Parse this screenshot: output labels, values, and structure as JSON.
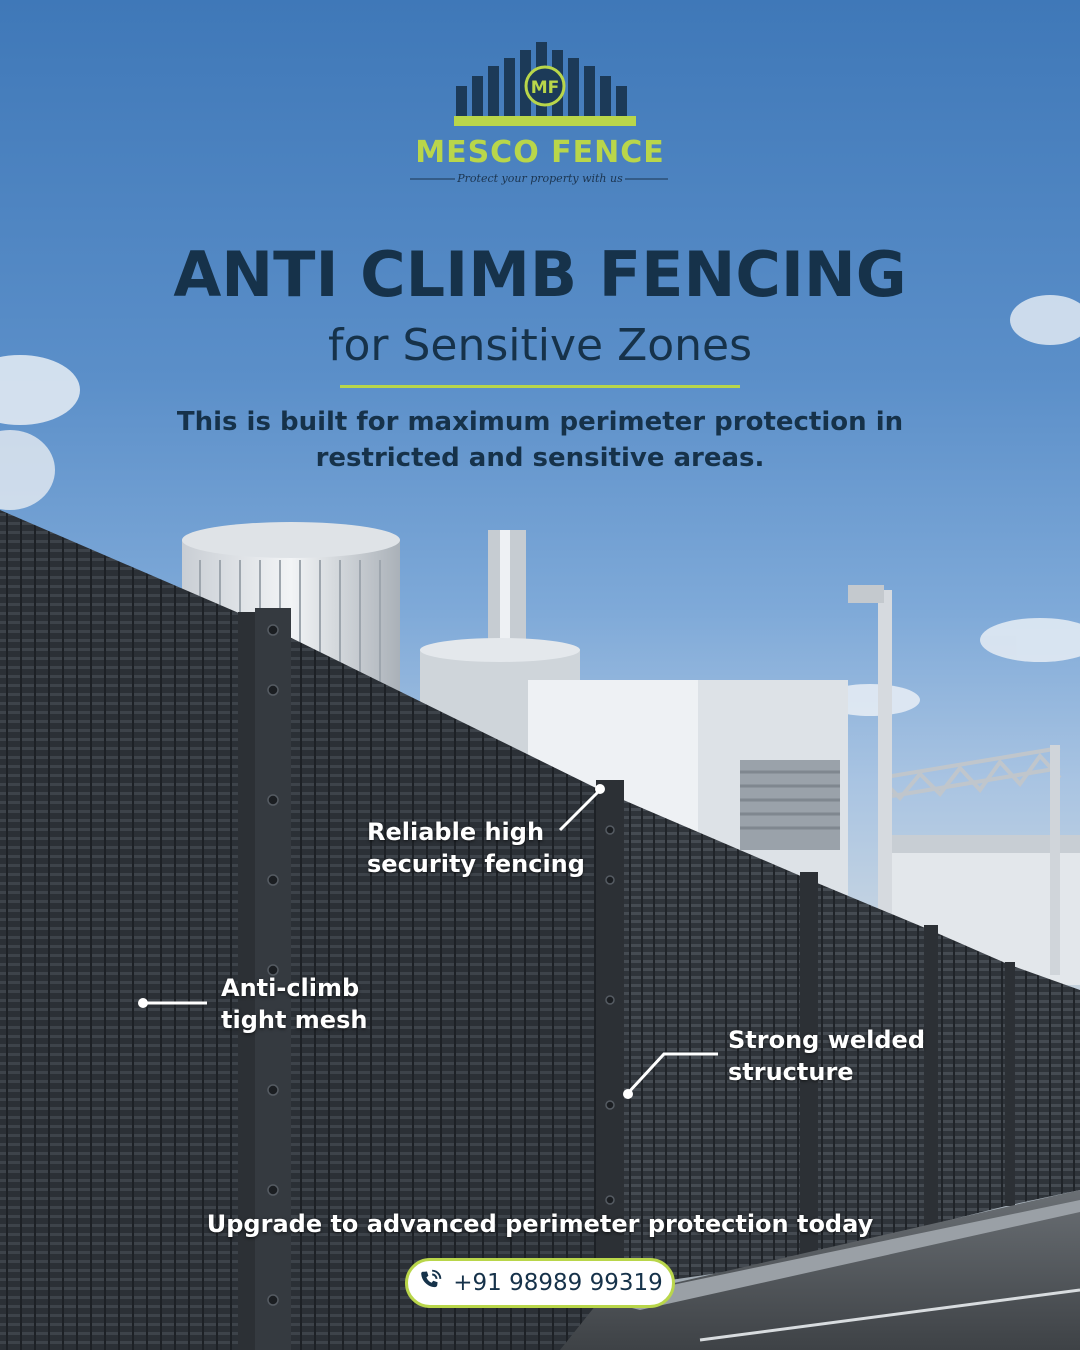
{
  "brand": {
    "monogram": "MF",
    "name_part1": "MESCO",
    "name_part2": "FENCE",
    "tagline": "Protect your property with us"
  },
  "hero": {
    "headline": "ANTI CLIMB FENCING",
    "subheadline": "for Sensitive Zones",
    "description": "This is built for maximum perimeter protection in restricted and sensitive areas."
  },
  "callouts": {
    "reliable": "Reliable high\nsecurity fencing",
    "anticlimb": "Anti-climb\ntight mesh",
    "welded": "Strong welded\nstructure"
  },
  "cta": {
    "text": "Upgrade to advanced perimeter protection today",
    "phone_icon": "phone-icon",
    "phone": "+91 98989 99319"
  },
  "colors": {
    "accent": "#b9d64a",
    "navy": "#16324a",
    "fence": "#2a2e33"
  }
}
